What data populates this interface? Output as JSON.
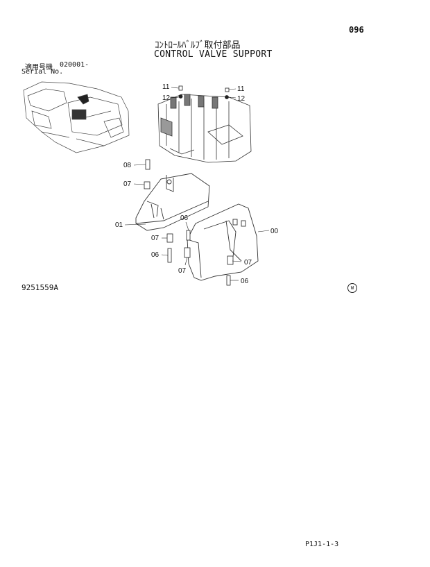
{
  "page_number": "096",
  "title_jp": "ｺﾝﾄﾛｰﾙﾊﾞﾙﾌﾞ取付部品",
  "title_en": "CONTROL VALVE SUPPORT",
  "serial": {
    "label_jp": "適用号機",
    "value": "020001-",
    "label_en": "Serial No."
  },
  "drawing_id": "9251559A",
  "region_mark": "W",
  "page_code": "P1J1-1-3",
  "part_labels": {
    "p11a": "11",
    "p12a": "12",
    "p11b": "11",
    "p12b": "12",
    "p08": "08",
    "p07a": "07",
    "p01": "01",
    "p06a": "06",
    "p07b": "07",
    "p06b": "06",
    "p07c": "07",
    "p00": "00",
    "p07d": "07",
    "p06c": "06"
  }
}
